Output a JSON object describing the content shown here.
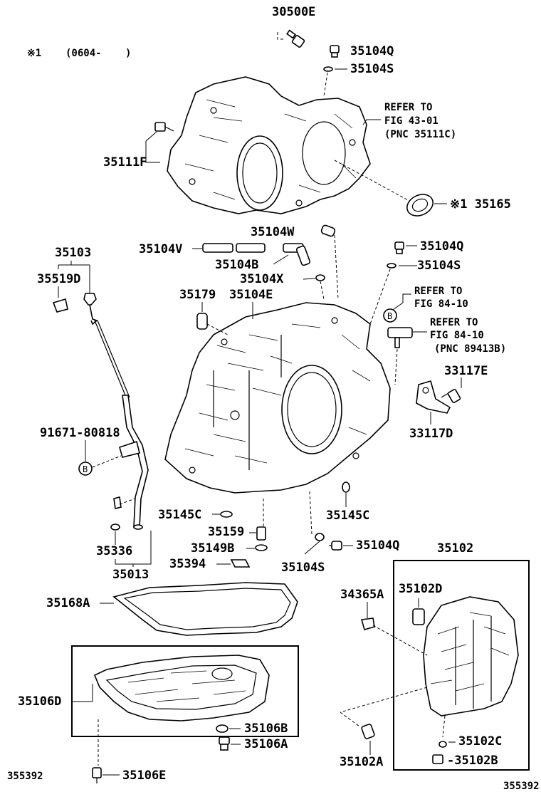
{
  "header": {
    "note_symbol": "※1",
    "note_range": "(0604-",
    "note_close": ")"
  },
  "labels": {
    "p30500E": "30500E",
    "p35104Q_top": "35104Q",
    "p35104S_top": "35104S",
    "refer1_line1": "REFER TO",
    "refer1_line2": "FIG 43-01",
    "refer1_line3": "(PNC 35111C)",
    "p35111F": "35111F",
    "p35165": "※1 35165",
    "p35104W": "35104W",
    "p35104V": "35104V",
    "p35104B": "35104B",
    "p35103": "35103",
    "p35519D": "35519D",
    "p35104Q_mid": "35104Q",
    "p35104S_mid": "35104S",
    "p35104X": "35104X",
    "p35179": "35179",
    "p35104E": "35104E",
    "refer2_line1": "REFER TO",
    "refer2_line2": "FIG 84-10",
    "refer3_line1": "REFER TO",
    "refer3_line2": "FIG 84-10",
    "refer3_line3": "(PNC 89413B)",
    "p33117E": "33117E",
    "p33117D": "33117D",
    "p91671": "91671-80818",
    "p35145C_left": "35145C",
    "p35145C_right": "35145C",
    "p35159": "35159",
    "p35149B": "35149B",
    "p35104Q_low": "35104Q",
    "p35394": "35394",
    "p35104S_low": "35104S",
    "p35336": "35336",
    "p35013": "35013",
    "p35102": "35102",
    "p35168A": "35168A",
    "p34365A": "34365A",
    "p35102D": "35102D",
    "p35106D": "35106D",
    "p35106B": "35106B",
    "p35106A": "35106A",
    "p35106E": "35106E",
    "p35102C": "35102C",
    "p35102A": "35102A",
    "p35102B": "-35102B",
    "callout_B": "B"
  },
  "footer": {
    "code_left": "355392",
    "code_right": "355392"
  },
  "icons": {
    "bolt": "bolt-icon",
    "oring": "o-ring-icon",
    "plug": "plug-icon",
    "sensor": "speed-sensor-icon",
    "bracket": "bracket-icon"
  }
}
